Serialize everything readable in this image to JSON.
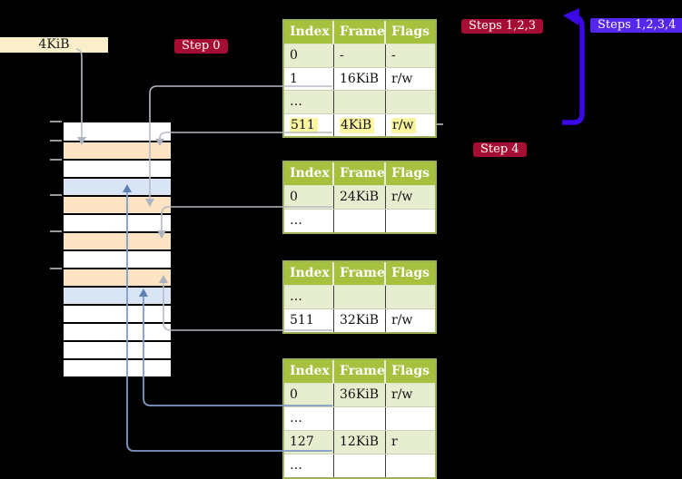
{
  "colors": {
    "background": "#000000",
    "badge_red": "#a60d32",
    "badge_blue": "#5526ec",
    "table_header_bg": "#a5c13e",
    "table_border": "#9eb355",
    "row_alt_green": "#e7eecf",
    "row_white": "#ffffff",
    "highlight_yellow": "#fbf5a0",
    "frame_white": "#ffffff",
    "frame_peach": "#fce3c3",
    "frame_blue": "#d9e5f5",
    "connector_gray": "#b6bcc4",
    "connector_blue": "#7f9cca",
    "big_arrow_blue": "#3b09e8",
    "label_beige": "#fbeecb"
  },
  "physical_memory": {
    "frame_size_label": "4KiB",
    "rows": [
      "white",
      "peach",
      "white",
      "blue",
      "peach",
      "white",
      "peach",
      "white",
      "peach",
      "blue",
      "white",
      "white",
      "white",
      "white"
    ]
  },
  "badges": {
    "step0": "Step 0",
    "steps123": "Steps 1,2,3",
    "steps1234": "Steps 1,2,3,4",
    "step4": "Step 4"
  },
  "tables": {
    "headers": [
      "Index",
      "Frame",
      "Flags"
    ],
    "level4": {
      "rows": [
        [
          "0",
          "-",
          "-"
        ],
        [
          "1",
          "16KiB",
          "r/w"
        ],
        [
          "…",
          "",
          ""
        ],
        [
          "511",
          "4KiB",
          "r/w"
        ]
      ],
      "highlight_row": 3
    },
    "level3": {
      "rows": [
        [
          "0",
          "24KiB",
          "r/w"
        ],
        [
          "…",
          "",
          ""
        ]
      ]
    },
    "level2": {
      "rows": [
        [
          "…",
          "",
          ""
        ],
        [
          "511",
          "32KiB",
          "r/w"
        ]
      ]
    },
    "level1": {
      "rows": [
        [
          "0",
          "36KiB",
          "r/w"
        ],
        [
          "…",
          "",
          ""
        ],
        [
          "127",
          "12KiB",
          "r"
        ],
        [
          "…",
          "",
          ""
        ]
      ]
    }
  }
}
